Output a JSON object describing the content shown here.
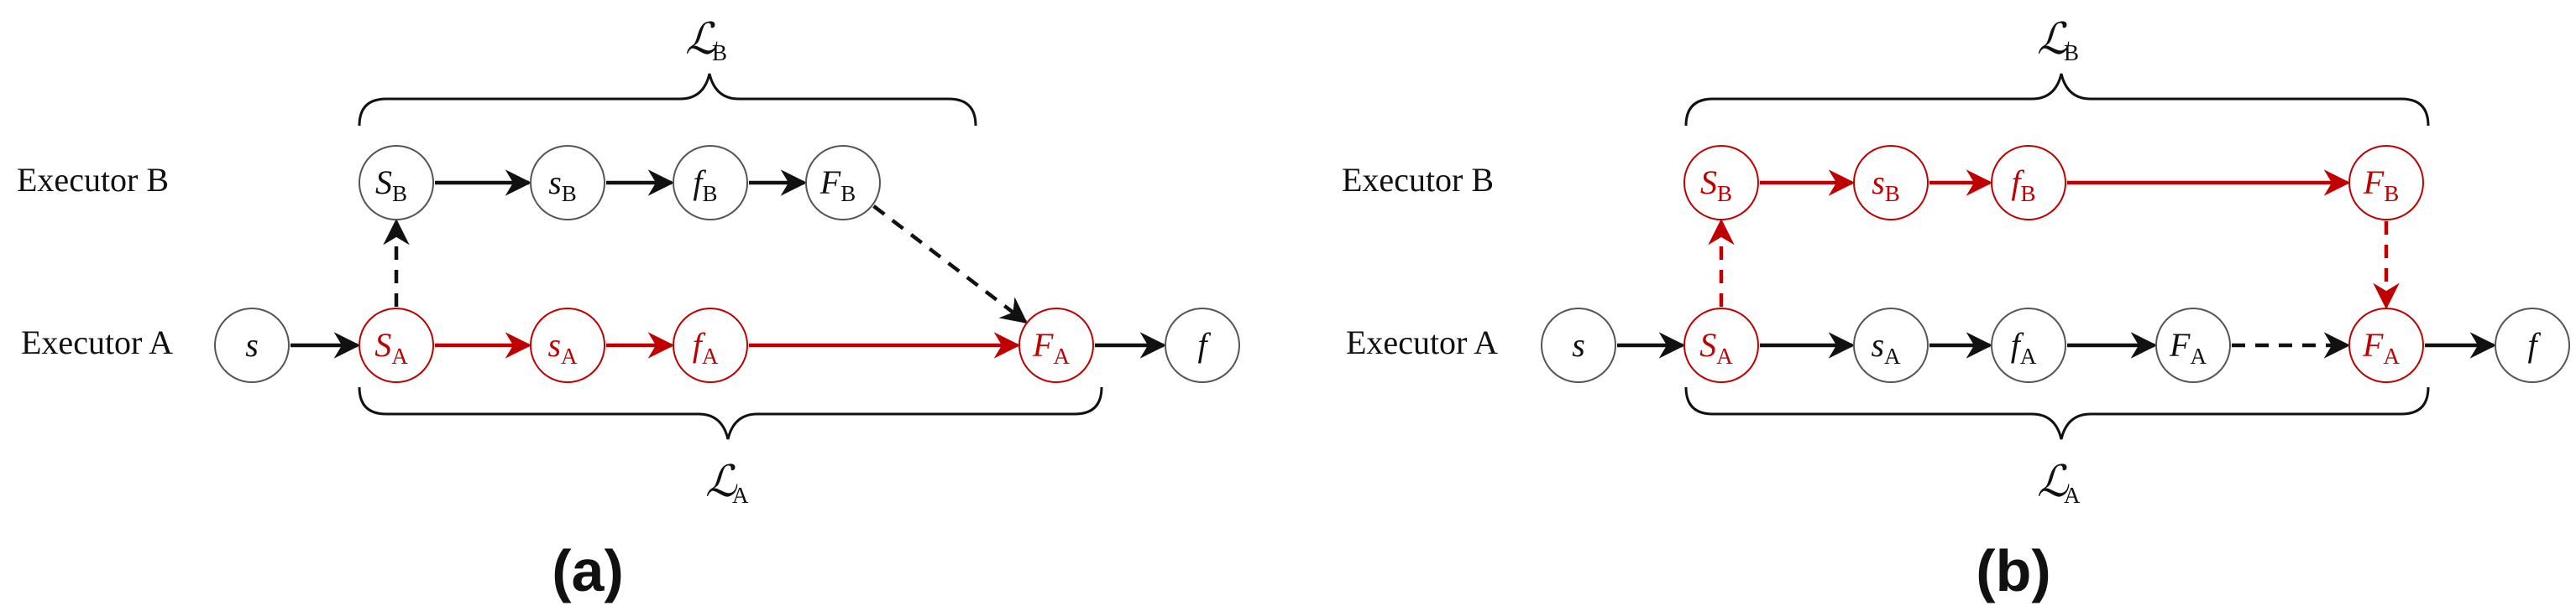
{
  "colors": {
    "black": "#111111",
    "red": "#c00000",
    "node_stroke": "#555555"
  },
  "panels": [
    {
      "caption": "(a)",
      "row_labels": {
        "b": "Executor B",
        "a": "Executor A"
      },
      "brace_top": {
        "label": "ℒ",
        "sub": "B"
      },
      "brace_bottom": {
        "label": "ℒ",
        "sub": "A"
      },
      "nodes": [
        {
          "id": "s",
          "main": "s",
          "sub": "",
          "color": "black"
        },
        {
          "id": "SA",
          "main": "S",
          "sub": "A",
          "color": "red"
        },
        {
          "id": "sA",
          "main": "s",
          "sub": "A",
          "color": "red"
        },
        {
          "id": "fA",
          "main": "f",
          "sub": "A",
          "color": "red"
        },
        {
          "id": "FA",
          "main": "F",
          "sub": "A",
          "color": "red"
        },
        {
          "id": "f",
          "main": "f",
          "sub": "",
          "color": "black"
        },
        {
          "id": "SB",
          "main": "S",
          "sub": "B",
          "color": "black"
        },
        {
          "id": "sB",
          "main": "s",
          "sub": "B",
          "color": "black"
        },
        {
          "id": "fB",
          "main": "f",
          "sub": "B",
          "color": "black"
        },
        {
          "id": "FB",
          "main": "F",
          "sub": "B",
          "color": "black"
        }
      ],
      "edges": [
        {
          "from": "s",
          "to": "SA",
          "color": "black",
          "dashed": false
        },
        {
          "from": "SA",
          "to": "sA",
          "color": "red",
          "dashed": false
        },
        {
          "from": "sA",
          "to": "fA",
          "color": "red",
          "dashed": false
        },
        {
          "from": "fA",
          "to": "FA",
          "color": "red",
          "dashed": false
        },
        {
          "from": "FA",
          "to": "f",
          "color": "black",
          "dashed": false
        },
        {
          "from": "SA",
          "to": "SB",
          "color": "black",
          "dashed": true
        },
        {
          "from": "SB",
          "to": "sB",
          "color": "black",
          "dashed": false
        },
        {
          "from": "sB",
          "to": "fB",
          "color": "black",
          "dashed": false
        },
        {
          "from": "fB",
          "to": "FB",
          "color": "black",
          "dashed": false
        },
        {
          "from": "FB",
          "to": "FA",
          "color": "black",
          "dashed": true
        }
      ]
    },
    {
      "caption": "(b)",
      "row_labels": {
        "b": "Executor B",
        "a": "Executor A"
      },
      "brace_top": {
        "label": "ℒ",
        "sub": "B"
      },
      "brace_bottom": {
        "label": "ℒ",
        "sub": "A"
      },
      "nodes": [
        {
          "id": "s",
          "main": "s",
          "sub": "",
          "color": "black"
        },
        {
          "id": "SA",
          "main": "S",
          "sub": "A",
          "color": "red"
        },
        {
          "id": "sA",
          "main": "s",
          "sub": "A",
          "color": "black"
        },
        {
          "id": "fA",
          "main": "f",
          "sub": "A",
          "color": "black"
        },
        {
          "id": "FA2",
          "main": "F",
          "sub": "A",
          "color": "black"
        },
        {
          "id": "FA",
          "main": "F",
          "sub": "A",
          "color": "red"
        },
        {
          "id": "f",
          "main": "f",
          "sub": "",
          "color": "black"
        },
        {
          "id": "SB",
          "main": "S",
          "sub": "B",
          "color": "red"
        },
        {
          "id": "sB",
          "main": "s",
          "sub": "B",
          "color": "red"
        },
        {
          "id": "fB",
          "main": "f",
          "sub": "B",
          "color": "red"
        },
        {
          "id": "FB",
          "main": "F",
          "sub": "B",
          "color": "red"
        }
      ],
      "edges": [
        {
          "from": "s",
          "to": "SA",
          "color": "black",
          "dashed": false
        },
        {
          "from": "SA",
          "to": "sA",
          "color": "black",
          "dashed": false
        },
        {
          "from": "sA",
          "to": "fA",
          "color": "black",
          "dashed": false
        },
        {
          "from": "fA",
          "to": "FA2",
          "color": "black",
          "dashed": false
        },
        {
          "from": "FA2",
          "to": "FA",
          "color": "black",
          "dashed": true
        },
        {
          "from": "FA",
          "to": "f",
          "color": "black",
          "dashed": false
        },
        {
          "from": "SA",
          "to": "SB",
          "color": "red",
          "dashed": true
        },
        {
          "from": "SB",
          "to": "sB",
          "color": "red",
          "dashed": false
        },
        {
          "from": "sB",
          "to": "fB",
          "color": "red",
          "dashed": false
        },
        {
          "from": "fB",
          "to": "FB",
          "color": "red",
          "dashed": false
        },
        {
          "from": "FB",
          "to": "FA",
          "color": "red",
          "dashed": true
        }
      ]
    }
  ]
}
